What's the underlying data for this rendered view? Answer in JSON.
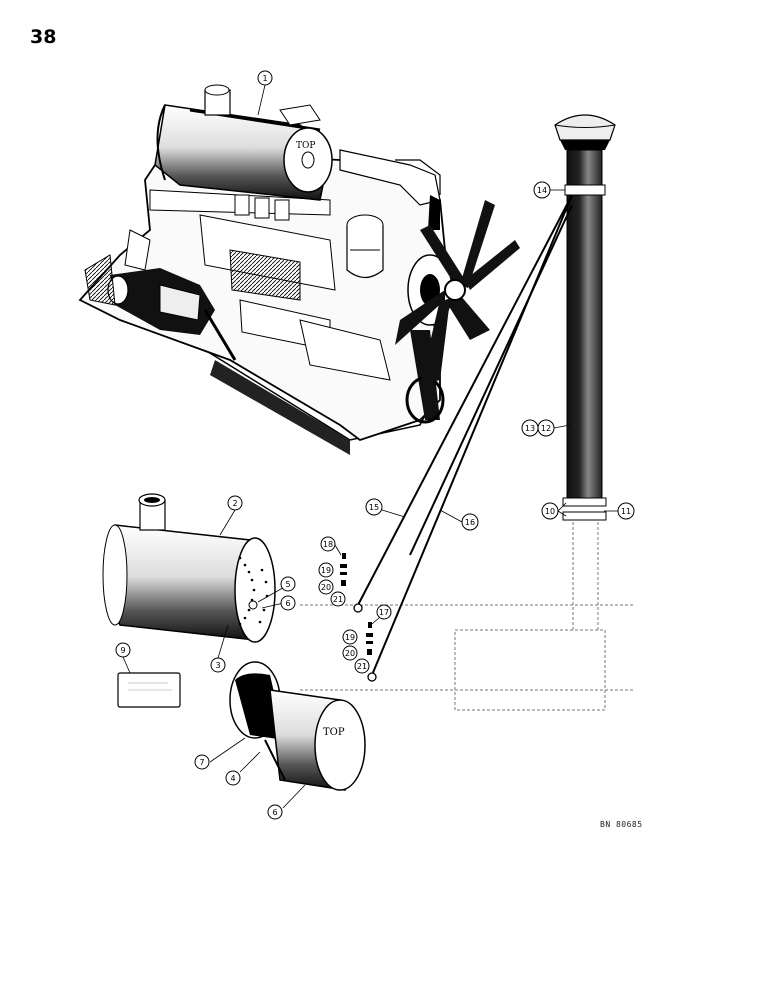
{
  "page": {
    "number": "38",
    "figure_code": "BN 80685"
  },
  "callouts": [
    {
      "id": "c1",
      "label": "1"
    },
    {
      "id": "c2",
      "label": "2"
    },
    {
      "id": "c3",
      "label": "3"
    },
    {
      "id": "c4",
      "label": "4"
    },
    {
      "id": "c5",
      "label": "5"
    },
    {
      "id": "c6a",
      "label": "6"
    },
    {
      "id": "c6b",
      "label": "6"
    },
    {
      "id": "c7",
      "label": "7"
    },
    {
      "id": "c9",
      "label": "9"
    },
    {
      "id": "c10",
      "label": "10"
    },
    {
      "id": "c11",
      "label": "11"
    },
    {
      "id": "c12",
      "label": "12"
    },
    {
      "id": "c13",
      "label": "13"
    },
    {
      "id": "c14",
      "label": "14"
    },
    {
      "id": "c15",
      "label": "15"
    },
    {
      "id": "c16",
      "label": "16"
    },
    {
      "id": "c17",
      "label": "17"
    },
    {
      "id": "c18",
      "label": "18"
    },
    {
      "id": "c19a",
      "label": "19"
    },
    {
      "id": "c20a",
      "label": "20"
    },
    {
      "id": "c21a",
      "label": "21"
    },
    {
      "id": "c19b",
      "label": "19"
    },
    {
      "id": "c20b",
      "label": "20"
    },
    {
      "id": "c21b",
      "label": "21"
    }
  ]
}
